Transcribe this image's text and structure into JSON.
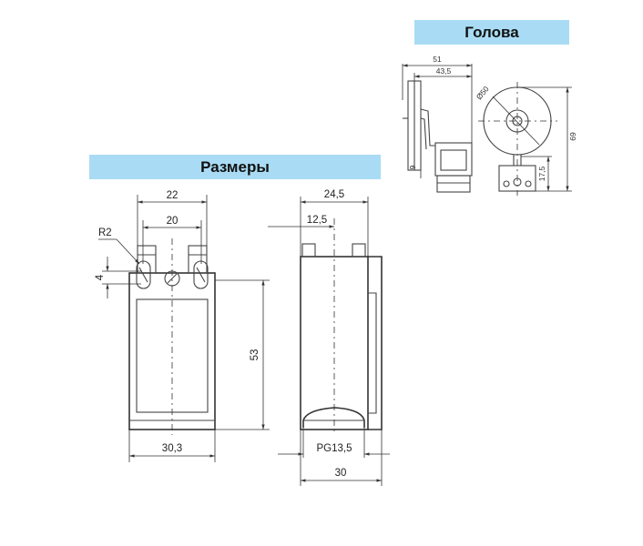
{
  "banners": {
    "head": "Голова",
    "dimensions": "Размеры"
  },
  "front_view": {
    "dim_22": "22",
    "dim_20": "20",
    "dim_r2": "R2",
    "dim_4": "4",
    "dim_53": "53",
    "dim_30_3": "30,3"
  },
  "side_view": {
    "dim_24_5": "24,5",
    "dim_12_5": "12,5",
    "thread": "PG13,5",
    "dim_30": "30"
  },
  "head_view": {
    "dim_51": "51",
    "dim_43_5": "43,5",
    "dim_9": "9",
    "dim_d50": "Ø50",
    "dim_69": "69",
    "dim_17_5": "17,5"
  }
}
